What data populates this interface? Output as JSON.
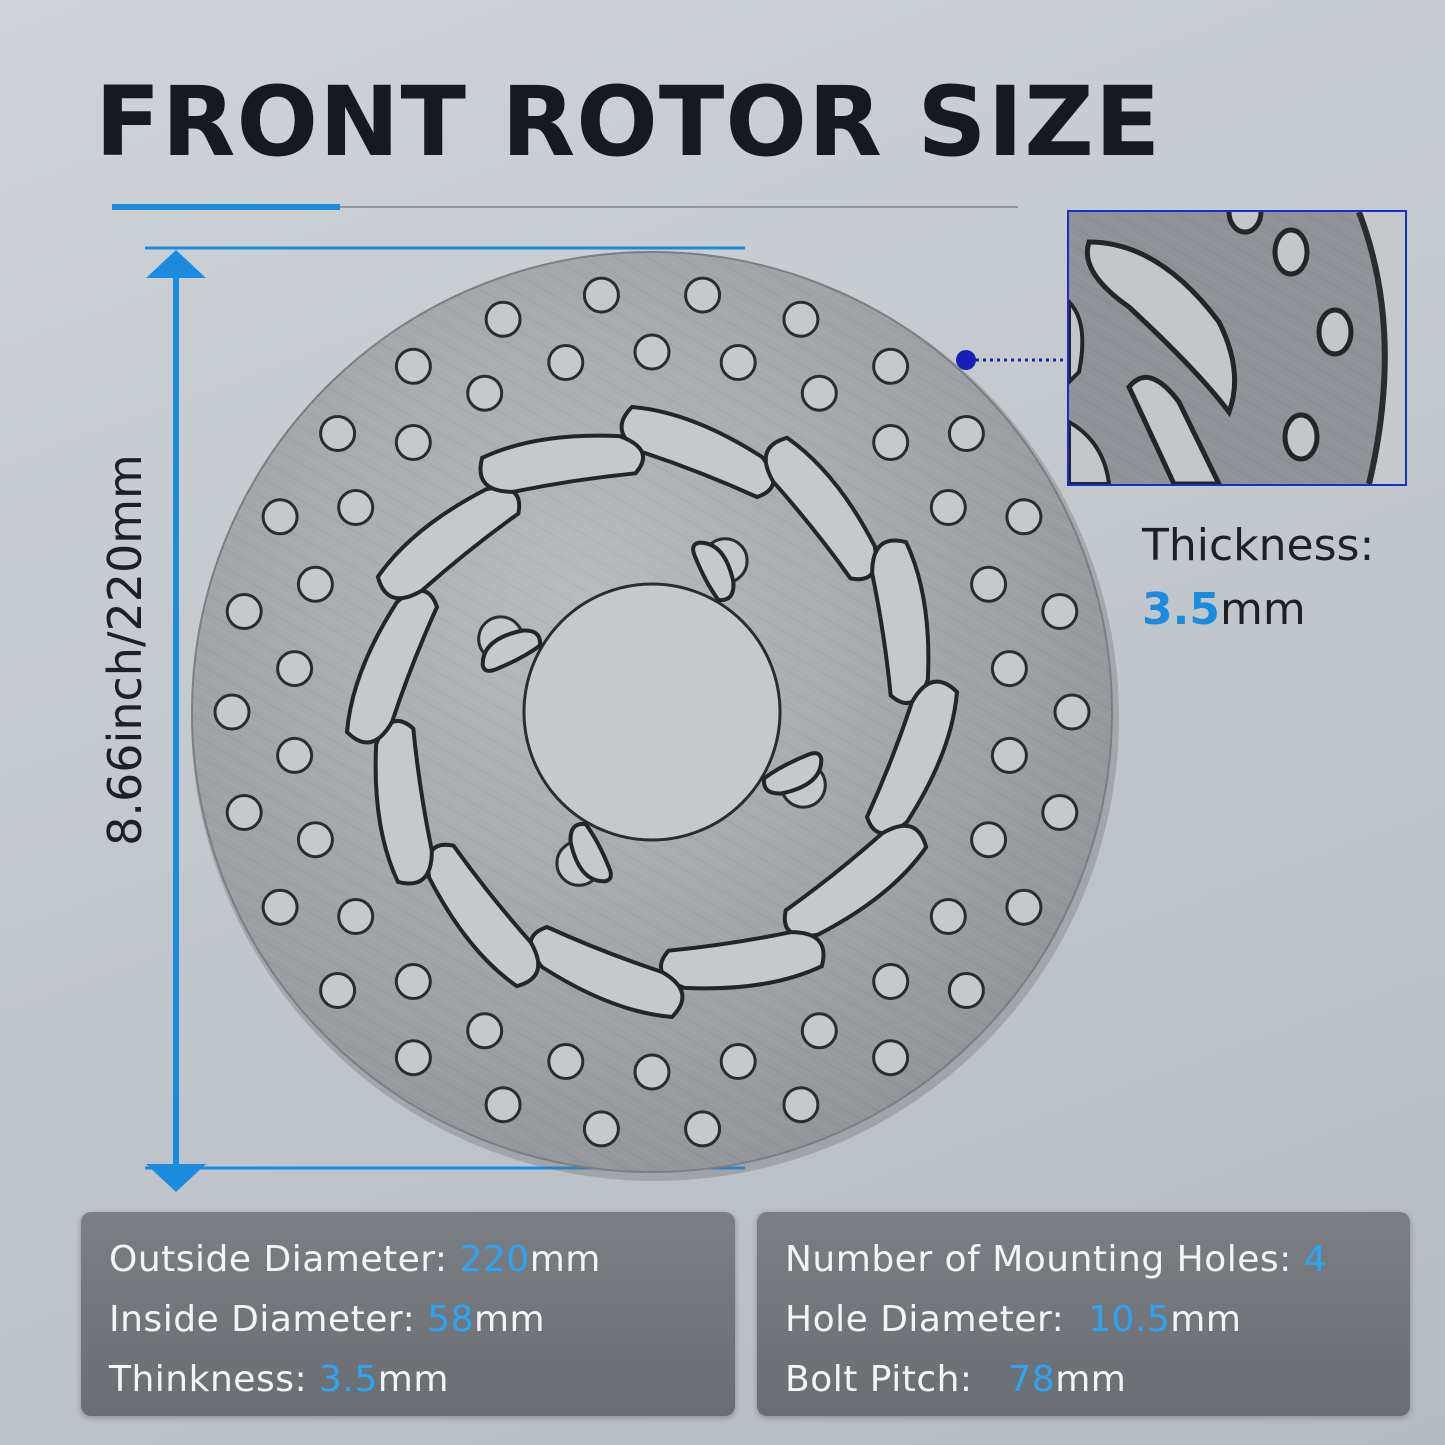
{
  "title": "FRONT ROTOR SIZE",
  "dimension_label": "8.66inch/220mm",
  "thickness_callout": {
    "label": "Thickness:",
    "value": "3.5",
    "unit": "mm"
  },
  "specs_left": [
    {
      "label": "Outside Diameter: ",
      "value": "220",
      "unit": "mm"
    },
    {
      "label": "Inside Diameter: ",
      "value": "58",
      "unit": "mm"
    },
    {
      "label": "Thinkness: ",
      "value": "3.5",
      "unit": "mm"
    }
  ],
  "specs_right": [
    {
      "label": "Number of Mounting Holes: ",
      "value": "4",
      "unit": ""
    },
    {
      "label": "Hole Diameter:  ",
      "value": "10.5",
      "unit": "mm"
    },
    {
      "label": "Bolt Pitch:   ",
      "value": "78",
      "unit": "mm"
    }
  ],
  "colors": {
    "accent_blue": "#1b8be0",
    "spec_value_blue": "#2aa4f4",
    "inset_border": "#1a2fc8",
    "title_color": "#16191d"
  },
  "icons": [
    "rotor-disc-image",
    "dimension-arrow-icon",
    "callout-dot-icon",
    "inset-closeup-image"
  ]
}
